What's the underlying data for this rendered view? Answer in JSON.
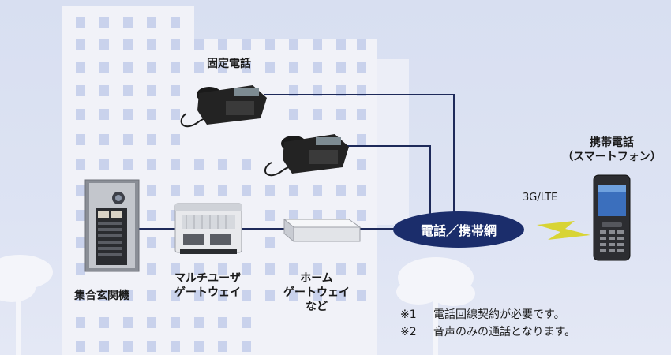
{
  "labels": {
    "fixed_phone": "固定電話",
    "mobile_title": "携帯電話",
    "mobile_sub": "（スマートフォン）",
    "wireless": "3G/LTE",
    "network": "電話／携帯網",
    "entrance": "集合玄関機",
    "gateway_line1": "マルチユーザ",
    "gateway_line2": "ゲートウェイ",
    "home_gw_line1": "ホーム",
    "home_gw_line2": "ゲートウェイ",
    "home_gw_line3": "など"
  },
  "notes": [
    {
      "mark": "※1",
      "text": "電話回線契約が必要です。"
    },
    {
      "mark": "※2",
      "text": "音声のみの通話となります。"
    }
  ],
  "colors": {
    "network_fill": "#1b2d6b",
    "line": "#1e2a5a",
    "bolt": "#d8d434",
    "building": "#f1f2f8",
    "window": "#c9d2ec"
  }
}
